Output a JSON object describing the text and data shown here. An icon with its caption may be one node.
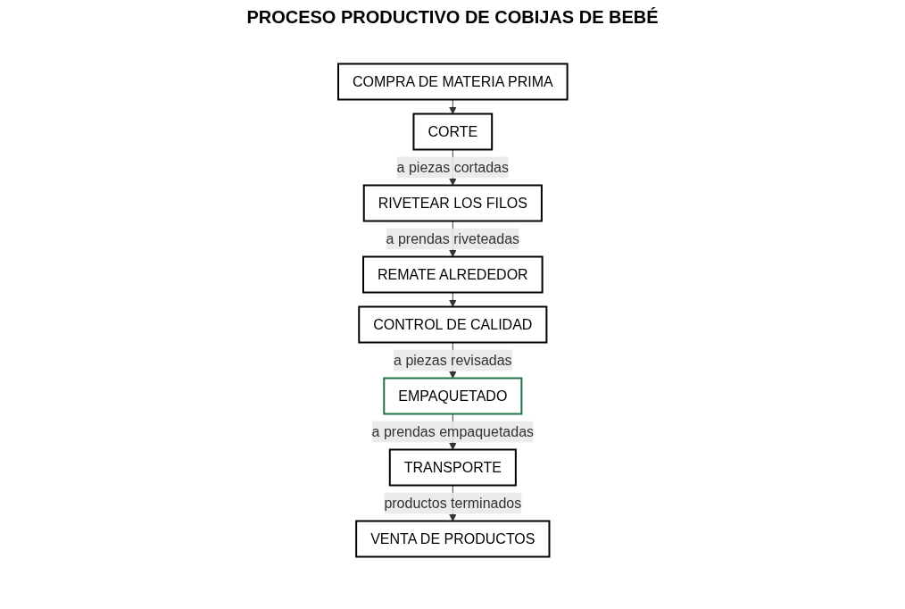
{
  "diagram": {
    "title": "PROCESO PRODUCTIVO DE COBIJAS DE BEBÉ",
    "nodes": [
      {
        "text": [
          "COMPRA DE MATERIA PRIMA"
        ]
      },
      {
        "text": [
          "CORTE"
        ]
      },
      {
        "text": [
          "RIVETEAR LOS FILOS"
        ]
      },
      {
        "text": [
          "REMATE ALREDEDOR"
        ]
      },
      {
        "text": [
          "VENTA DE PRODUCTOS"
        ]
      },
      {
        "text": [
          "TRANSPORTE"
        ]
      },
      {
        "text": [
          "EMPAQUETADO"
        ]
      },
      {
        "text": [
          "CONTROL DE CALIDAD"
        ]
      }
    ],
    "edges": [
      {
        "from": 0,
        "to": 1,
        "arrow": "to"
      },
      {
        "from": 1,
        "to": 2,
        "arrow": "to",
        "label": "a piezas cortadas"
      },
      {
        "from": 2,
        "to": 3,
        "arrow": "to",
        "label": "a prendas riveteadas"
      },
      {
        "from": 3,
        "to": 7,
        "arrow": "to"
      },
      {
        "from": 7,
        "to": 6,
        "arrow": "to",
        "label": "a piezas revisadas"
      },
      {
        "from": 6,
        "to": 5,
        "arrow": "to",
        "label": "a prendas empaquetadas"
      },
      {
        "from": 5,
        "to": 4,
        "arrow": "to",
        "label": "productos terminados"
      }
    ]
  }
}
